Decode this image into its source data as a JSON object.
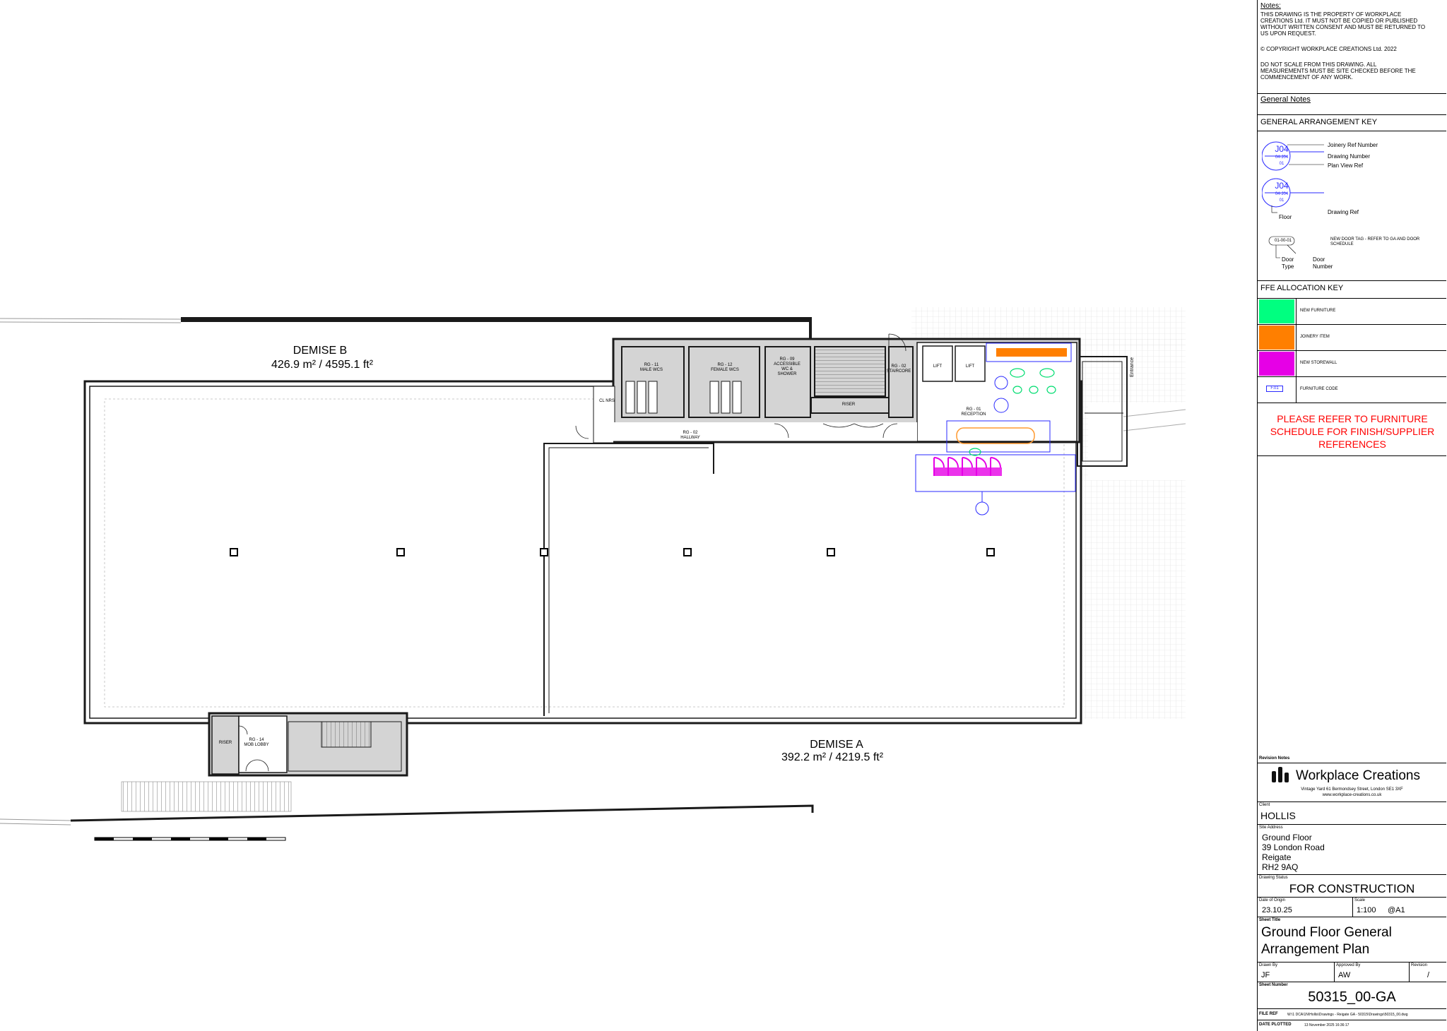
{
  "plan": {
    "demise_b": {
      "name": "DEMISE B",
      "area": "426.9 m²  / 4595.1 ft²"
    },
    "demise_a": {
      "name": "DEMISE A",
      "area": "392.2 m²  / 4219.5 ft²"
    },
    "rooms": {
      "male_wc": "RG - 11\nMALE WCS",
      "female_wc": "RG - 12\nFEMALE WCS",
      "accessible": "RG - 09\nACCESSIBLE\nWC &\nSHOWER",
      "staircore": "RG - 02\nSTAIRCORE",
      "lift1": "LIFT",
      "lift2": "LIFT",
      "riser_top": "RISER",
      "clnrs": "CL NRS",
      "hallway": "RG - 02\nHALLWAY",
      "reception": "RG - 01\nRECEPTION",
      "riser_bottom": "RISER",
      "mob_lobby": "RG - 14\nMOB LOBBY",
      "entrance": "Entrance"
    },
    "colors": {
      "wall": "#1a1a1a",
      "core_fill": "#d4d4d4",
      "new_furniture": "#00ff80",
      "joinery": "#ff7f00",
      "new_storewall": "#e600e6",
      "annotation": "#2a2aff"
    }
  },
  "titleblock": {
    "notes": {
      "heading": "Notes:",
      "line1": "THIS DRAWING IS THE PROPERTY OF WORKPLACE",
      "line2": "CREATIONS Ltd. IT MUST NOT BE COPIED OR PUBLISHED",
      "line3": "WITHOUT WRITTEN CONSENT AND MUST BE RETURNED TO",
      "line4": "US UPON REQUEST.",
      "copyright": "© COPYRIGHT WORKPLACE CREATIONS Ltd. 2022",
      "noscale1": "DO NOT SCALE FROM THIS DRAWING. ALL",
      "noscale2": "MEASUREMENTS MUST BE SITE CHECKED BEFORE THE",
      "noscale3": "COMMENCEMENT OF ANY WORK."
    },
    "general_notes": "General Notes",
    "ga_key": {
      "heading": "GENERAL ARRANGEMENT KEY",
      "tag_ref": "J04",
      "tag_num": "04-J04",
      "tag_view": "01",
      "joinery_ref": "Joinery Ref Number",
      "drawing_number": "Drawing Number",
      "plan_view_ref": "Plan View Ref",
      "floor": "Floor",
      "drawing_ref": "Drawing Ref",
      "door_tag": "01-00-01",
      "door_note": "NEW DOOR TAG - REFER TO GA AND DOOR SCHEDULE",
      "door_type": "Door\nType",
      "door_number": "Door\nNumber"
    },
    "ffe_key": {
      "heading": "FFE ALLOCATION KEY",
      "rows": [
        {
          "label": "NEW FURNITURE",
          "color": "#00ff80"
        },
        {
          "label": "JOINERY ITEM",
          "color": "#ff7f00"
        },
        {
          "label": "NEW STOREWALL",
          "color": "#e600e6"
        },
        {
          "label": "FURNITURE CODE",
          "code": "F.01"
        }
      ],
      "notice": "PLEASE REFER TO FURNITURE SCHEDULE FOR FINISH/SUPPLIER REFERENCES"
    },
    "revision_notes": "Revision Notes",
    "company": {
      "name": "Workplace Creations",
      "address": "Vintage Yard 61 Bermondsey Street, London SE1 3XF",
      "web": "www.workplace-creations.co.uk"
    },
    "client": {
      "label": "Client",
      "value": "HOLLIS"
    },
    "site_address": {
      "label": "Site Address",
      "line1": "Ground Floor",
      "line2": "39 London Road",
      "line3": "Reigate",
      "line4": "RH2 9AQ"
    },
    "drawing_status": {
      "label": "Drawing Status",
      "value": "FOR CONSTRUCTION"
    },
    "date_of_origin": {
      "label": "Date of Origin",
      "value": "23.10.25"
    },
    "scale": {
      "label": "Scale",
      "value": "1:100",
      "paper": "@A1"
    },
    "sheet_title": {
      "label": "Sheet Title",
      "line1": "Ground Floor General",
      "line2": "Arrangement Plan"
    },
    "drawn_by": {
      "label": "Drawn By",
      "value": "JF"
    },
    "approved_by": {
      "label": "Approved By",
      "value": "AW"
    },
    "revision": {
      "label": "Revision",
      "value": "/"
    },
    "sheet_number": {
      "label": "Sheet Number",
      "value": "50315_00-GA"
    },
    "file_ref": {
      "label": "FILE REF",
      "value": "W:\\1 DCA\\1N\\Hollis\\Drawings - Reigate GA - 50315\\Drawings\\50315_00.dwg"
    },
    "date_plotted": {
      "label": "DATE PLOTTED",
      "value": "13 November 2025 16:36:17"
    }
  }
}
